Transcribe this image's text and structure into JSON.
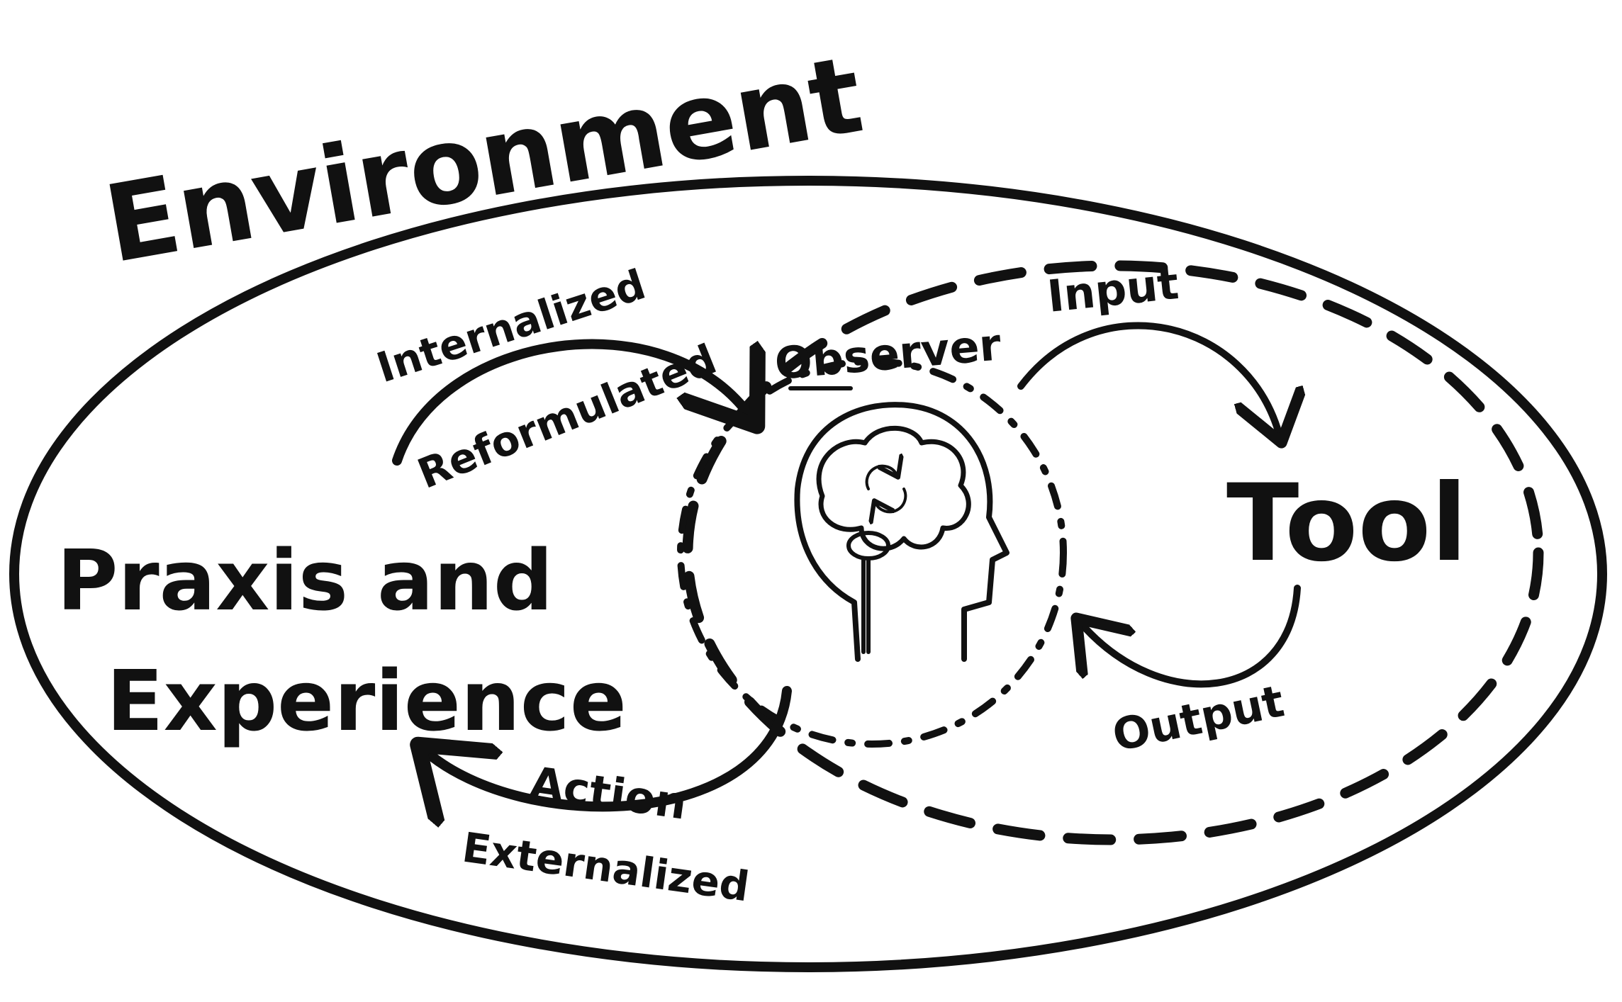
{
  "labels": {
    "environment": "Environment",
    "praxis_line1": "Praxis and",
    "praxis_line2": "Experience",
    "tool": "Tool",
    "observer": "Observer",
    "input": "Input",
    "output": "Output",
    "internalized": "Internalized",
    "reformulated": "Reformulated",
    "action": "Action",
    "externalized": "Externalized"
  },
  "icons": {
    "observer": "head-with-brain-icon",
    "refresh": "cycle-arrows-icon"
  },
  "colors": {
    "ink": "#111111",
    "background": "#ffffff"
  }
}
